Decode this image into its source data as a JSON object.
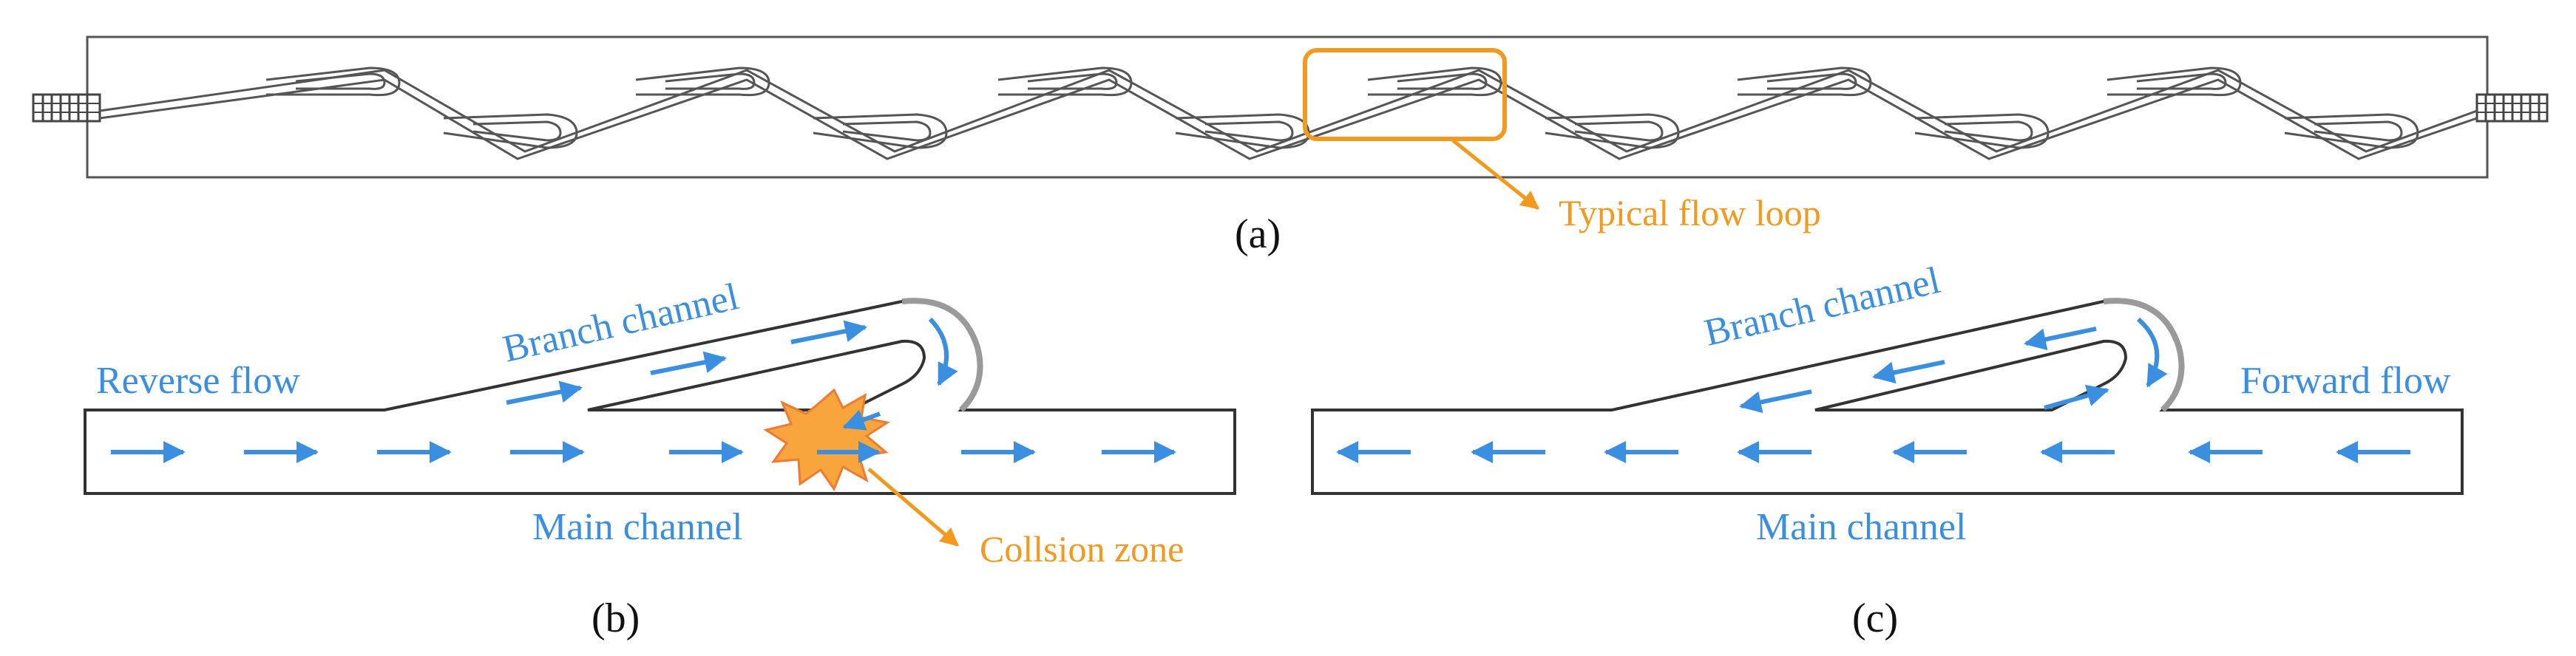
{
  "figure": {
    "panel_a_label": "(a)",
    "panel_b_label": "(b)",
    "panel_c_label": "(c)",
    "typical_flow_loop": "Typical flow loop",
    "b_reverse_flow": "Reverse flow",
    "b_branch_channel": "Branch channel",
    "b_main_channel": "Main channel",
    "b_collision_zone": "Collsion zone",
    "c_branch_channel": "Branch channel",
    "c_forward_flow": "Forward flow",
    "c_main_channel": "Main channel"
  },
  "colors": {
    "flow_arrow": "#3b8fe0",
    "annotation": "#f39a1e",
    "channel_outline": "#333333",
    "collision_fill": "#f7a53c"
  }
}
